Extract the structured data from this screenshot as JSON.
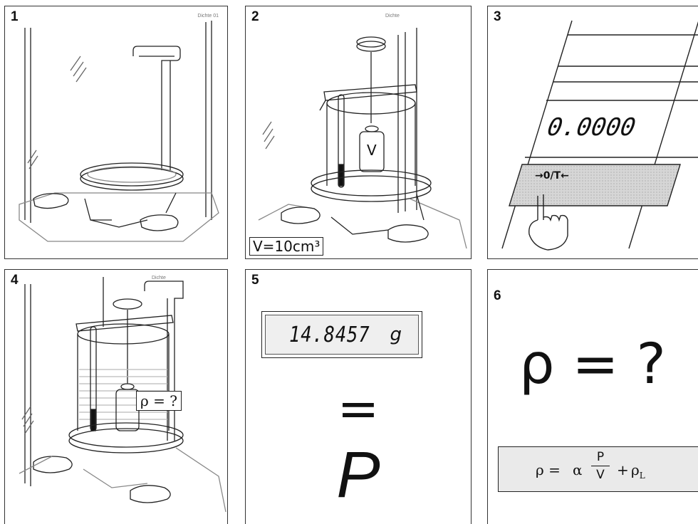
{
  "panels": [
    {
      "step": "1",
      "tiny_label": "Dichte 01"
    },
    {
      "step": "2",
      "tiny_label": "Dichte",
      "volume_label": "V=10cm³",
      "sinker_label": "V"
    },
    {
      "step": "3",
      "display_value": "0.0000",
      "tare_key": "→0/T←"
    },
    {
      "step": "4",
      "tiny_label": "Dichte",
      "rho_label": "ρ = ?"
    },
    {
      "step": "5",
      "display_value": "14.8457",
      "display_unit": "g",
      "equals": "=",
      "symbol": "P"
    },
    {
      "step": "6",
      "question": "ρ = ?",
      "formula": {
        "rho": "ρ =",
        "alpha": "α",
        "numerator": "P",
        "denominator": "V",
        "plus": "+",
        "rho_l": "ρ",
        "rho_l_sub": "L"
      }
    }
  ]
}
